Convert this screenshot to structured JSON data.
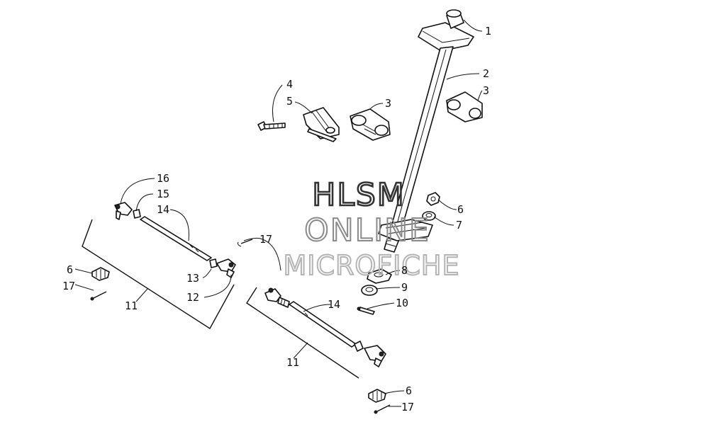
{
  "watermark": {
    "line1": "HLSM",
    "line2": "ONLINE",
    "line3": "MICROFICHE"
  },
  "callouts": {
    "c1": "1",
    "c2": "2",
    "c3a": "3",
    "c3b": "3",
    "c4": "4",
    "c5": "5",
    "c6a": "6",
    "c6b": "6",
    "c6c": "6",
    "c7": "7",
    "c8": "8",
    "c9": "9",
    "c10": "10",
    "c11a": "11",
    "c11b": "11",
    "c12": "12",
    "c13": "13",
    "c14a": "14",
    "c14b": "14",
    "c15": "15",
    "c16": "16",
    "c17a": "17",
    "c17b": "17",
    "c17c": "17"
  }
}
